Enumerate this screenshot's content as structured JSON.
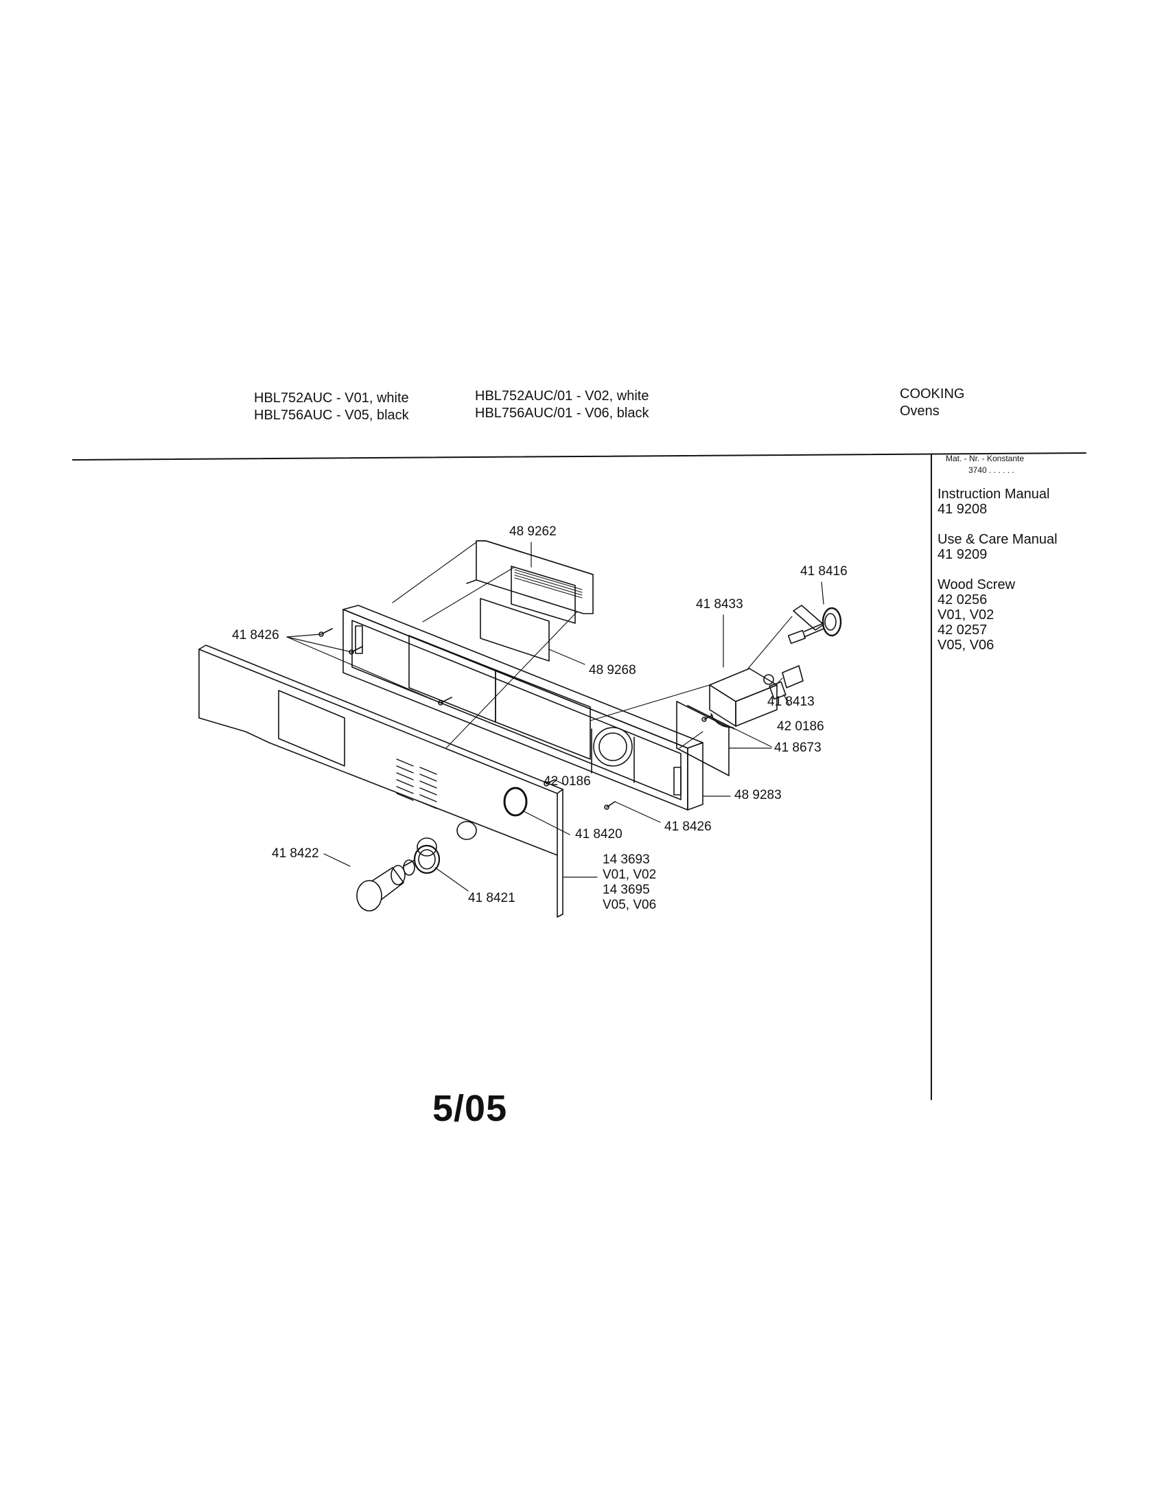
{
  "header": {
    "models_left": [
      "HBL752AUC - V01, white",
      "HBL756AUC - V05, black"
    ],
    "models_right": [
      "HBL752AUC/01 - V02, white",
      "HBL756AUC/01 - V06, black"
    ],
    "category": [
      "COOKING",
      "Ovens"
    ]
  },
  "sidebar": {
    "mat_label": "Mat. - Nr. - Konstante",
    "mat_value": "3740 . . . . . .",
    "items": [
      {
        "title": "Instruction Manual",
        "lines": [
          "41 9208"
        ]
      },
      {
        "title": "Use & Care Manual",
        "lines": [
          "41 9209"
        ]
      },
      {
        "title": "Wood Screw",
        "lines": [
          "42 0256",
          "V01, V02",
          "42 0257",
          "V05, V06"
        ]
      }
    ]
  },
  "callouts": {
    "c489262": "48 9262",
    "c418416": "41 8416",
    "c418433": "41 8433",
    "c418426_top": "41 8426",
    "c489268": "48 9268",
    "c418413": "41 8413",
    "c420186_right": "42 0186",
    "c418673": "41 8673",
    "c420186_mid": "42 0186",
    "c489283": "48 9283",
    "c418426_bottom": "41 8426",
    "c418420": "41 8420",
    "c418422": "41 8422",
    "c418421": "41 8421",
    "c143693": "14 3693",
    "v0102": "V01, V02",
    "c143695": "14 3695",
    "v0506": "V05, V06"
  },
  "page_number": "5/05"
}
